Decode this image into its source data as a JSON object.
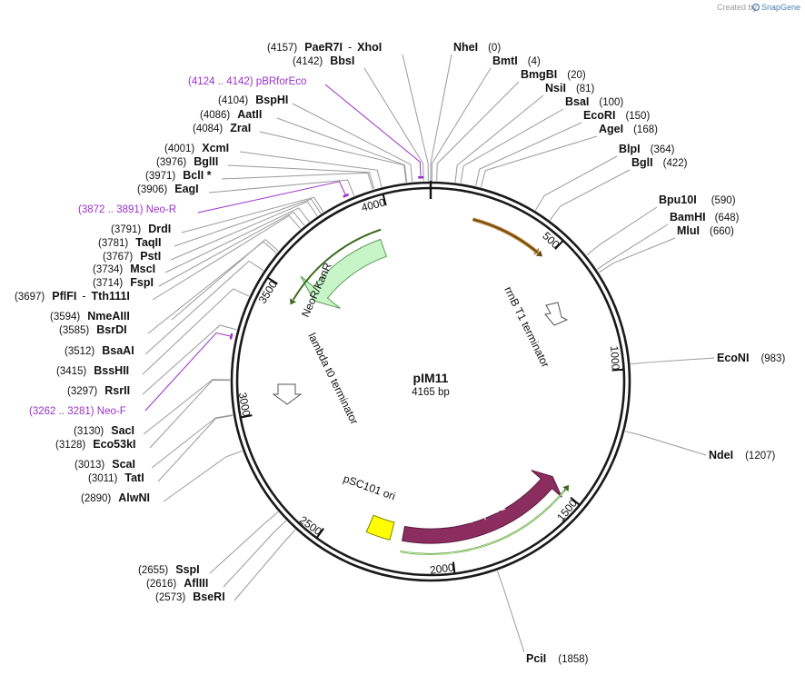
{
  "plasmid": {
    "name": "pIM11",
    "length_label": "4165 bp",
    "length": 4165
  },
  "credit": {
    "prefix": "Created by",
    "brand": "SnapGene"
  },
  "ticks": [
    {
      "label": "500",
      "pos": 500
    },
    {
      "label": "1000",
      "pos": 1000
    },
    {
      "label": "1500",
      "pos": 1500
    },
    {
      "label": "2000",
      "pos": 2000
    },
    {
      "label": "2500",
      "pos": 2500
    },
    {
      "label": "3000",
      "pos": 3000
    },
    {
      "label": "3500",
      "pos": 3500
    },
    {
      "label": "4000",
      "pos": 4000
    }
  ],
  "enzymes_right": [
    {
      "name": "NheI",
      "pos": "(0)",
      "site": 0
    },
    {
      "name": "BmtI",
      "pos": "(4)",
      "site": 4
    },
    {
      "name": "BmgBI",
      "pos": "(20)",
      "site": 20
    },
    {
      "name": "NsiI",
      "pos": "(81)",
      "site": 81
    },
    {
      "name": "BsaI",
      "pos": "(100)",
      "site": 100
    },
    {
      "name": "EcoRI",
      "pos": "(150)",
      "site": 150
    },
    {
      "name": "AgeI",
      "pos": "(168)",
      "site": 168
    },
    {
      "name": "BlpI",
      "pos": "(364)",
      "site": 364
    },
    {
      "name": "BglI",
      "pos": "(422)",
      "site": 422
    },
    {
      "name": "Bpu10I",
      "pos": "(590)",
      "site": 590
    },
    {
      "name": "BamHI",
      "pos": "(648)",
      "site": 648
    },
    {
      "name": "MluI",
      "pos": "(660)",
      "site": 660
    },
    {
      "name": "EcoNI",
      "pos": "(983)",
      "site": 983
    },
    {
      "name": "NdeI",
      "pos": "(1207)",
      "site": 1207
    },
    {
      "name": "PciI",
      "pos": "(1858)",
      "site": 1858
    }
  ],
  "enzymes_left": [
    {
      "pos": "(4157)",
      "name": "PaeR7I",
      "name2": "XhoI",
      "site": 4157
    },
    {
      "pos": "(4142)",
      "name": "BbsI",
      "site": 4142
    },
    {
      "pos": "(4104)",
      "name": "BspHI",
      "site": 4104
    },
    {
      "pos": "(4086)",
      "name": "AatII",
      "site": 4086
    },
    {
      "pos": "(4084)",
      "name": "ZraI",
      "site": 4084
    },
    {
      "pos": "(4001)",
      "name": "XcmI",
      "site": 4001
    },
    {
      "pos": "(3976)",
      "name": "BglII",
      "site": 3976
    },
    {
      "pos": "(3971)",
      "name": "BclI *",
      "site": 3971
    },
    {
      "pos": "(3906)",
      "name": "EagI",
      "site": 3906
    },
    {
      "pos": "(3791)",
      "name": "DrdI",
      "site": 3791
    },
    {
      "pos": "(3781)",
      "name": "TaqII",
      "site": 3781
    },
    {
      "pos": "(3767)",
      "name": "PstI",
      "site": 3767
    },
    {
      "pos": "(3734)",
      "name": "MscI",
      "site": 3734
    },
    {
      "pos": "(3714)",
      "name": "FspI",
      "site": 3714
    },
    {
      "pos": "(3697)",
      "name": "PflFI",
      "name2": "Tth111I",
      "site": 3697
    },
    {
      "pos": "(3594)",
      "name": "NmeAIII",
      "site": 3594
    },
    {
      "pos": "(3585)",
      "name": "BsrDI",
      "site": 3585
    },
    {
      "pos": "(3512)",
      "name": "BsaAI",
      "site": 3512
    },
    {
      "pos": "(3415)",
      "name": "BssHII",
      "site": 3415
    },
    {
      "pos": "(3297)",
      "name": "RsrII",
      "site": 3297
    },
    {
      "pos": "(3130)",
      "name": "SacI",
      "site": 3130
    },
    {
      "pos": "(3128)",
      "name": "Eco53kI",
      "site": 3128
    },
    {
      "pos": "(3013)",
      "name": "ScaI",
      "site": 3013
    },
    {
      "pos": "(3011)",
      "name": "TatI",
      "site": 3011
    },
    {
      "pos": "(2890)",
      "name": "AlwNI",
      "site": 2890
    },
    {
      "pos": "(2655)",
      "name": "SspI",
      "site": 2655
    },
    {
      "pos": "(2616)",
      "name": "AflIII",
      "site": 2616
    },
    {
      "pos": "(2573)",
      "name": "BseRI",
      "site": 2573
    }
  ],
  "primers": [
    {
      "label": "(4124 .. 4142)  pBRforEco",
      "start": 4124,
      "end": 4142,
      "color": "#9b30c7"
    },
    {
      "label": "(3872 .. 3891)  Neo-R",
      "start": 3872,
      "end": 3891,
      "color": "#9b30c7"
    },
    {
      "label": "(3262 .. 3281)  Neo-F",
      "start": 3262,
      "end": 3281,
      "color": "#9b30c7"
    }
  ],
  "features": {
    "rrnB": {
      "label": "rrnB T1 terminator",
      "color": "#f0b55a"
    },
    "neo": {
      "label": "NeoR/KanR",
      "color": "#c8f5c8"
    },
    "lambda": {
      "label": "lambda t0 terminator"
    },
    "psc101": {
      "label": "pSC101 ori",
      "color": "#ffff00"
    },
    "rep101": {
      "label": "Rep101",
      "color": "#8b2d5f"
    }
  }
}
